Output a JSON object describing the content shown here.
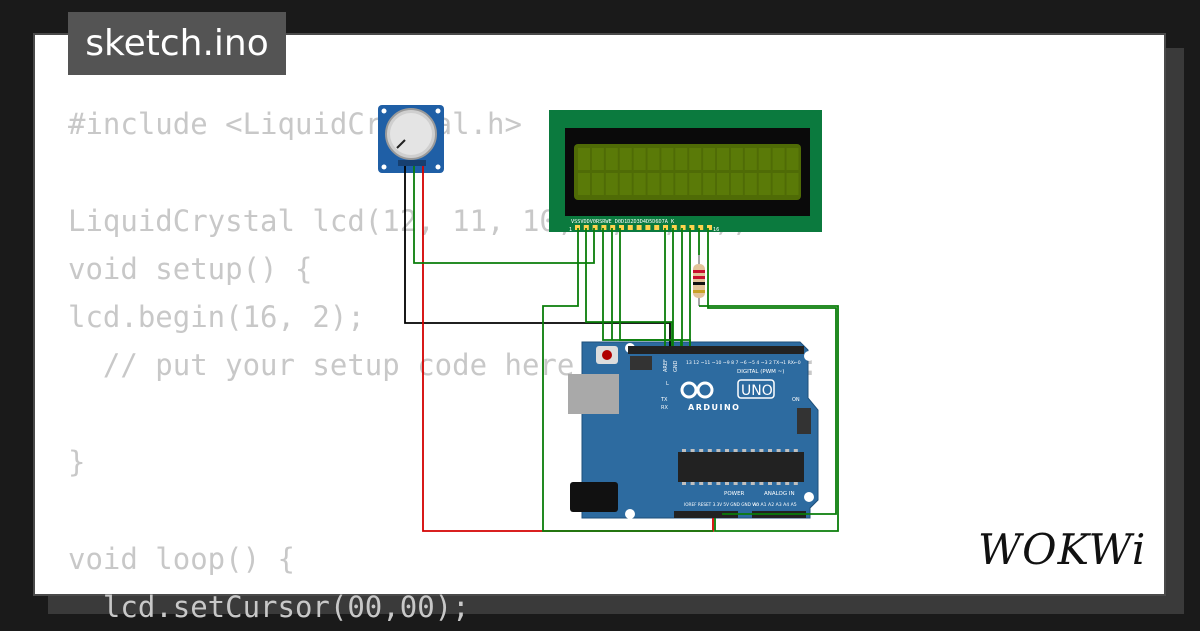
{
  "file_tab": {
    "label": "sketch.ino"
  },
  "code_lines": [
    "#include <LiquidCrystal.h>",
    "",
    "LiquidCrystal lcd(12, 11, 10, 9, 8, 7);",
    "void setup() {",
    "lcd.begin(16, 2);",
    "  // put your setup code here, to run once:",
    "",
    "}",
    "",
    "void loop() {",
    "  lcd.setCursor(00,00);"
  ],
  "lcd": {
    "pin_labels": "VSSVDDV0RSRWE D0D1D2D3D4D5D6D7A K",
    "pin_first": "1",
    "pin_last": "16"
  },
  "arduino": {
    "model": "UNO",
    "brand": "ARDUINO",
    "header_digital": "DIGITAL (PWM ~)",
    "header_power": "POWER",
    "header_analog": "ANALOG IN",
    "label_aref": "AREF",
    "label_gnd": "GND",
    "label_tx": "TX",
    "label_rx": "RX",
    "label_l": "L",
    "label_on": "ON",
    "digital_pins": "13 12 ~11 ~10 ~9 8   7 ~6 ~5 4 ~3 2 TX→1 RX←0",
    "power_pins": "IOREF RESET 3.3V 5V GND GND Vin",
    "analog_pins": "A0 A1 A2 A3 A4 A5"
  },
  "colors": {
    "wire_green": "#0a7d0a",
    "wire_red": "#d40000",
    "wire_black": "#000000",
    "lcd_green": "#0b7a3e",
    "board_blue": "#2d6ba0"
  },
  "brand": {
    "logo": "WOKWi"
  }
}
